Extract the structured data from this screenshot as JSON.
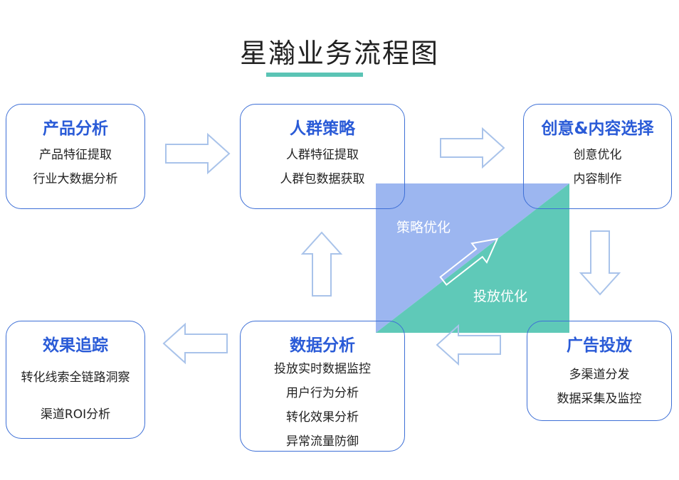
{
  "title": "星瀚业务流程图",
  "colors": {
    "accent": "#2a5bd7",
    "border": "#3d6fd6",
    "blue_fill": "#9cb6f0",
    "teal_fill": "#5fc9b8",
    "title_underline": "#5bc4b5",
    "arrow_stroke": "#a9c3ea"
  },
  "boxes": {
    "product": {
      "head": "产品分析",
      "lines": [
        "产品特征提取",
        "行业大数据分析"
      ]
    },
    "crowd": {
      "head": "人群策略",
      "lines": [
        "人群特征提取",
        "人群包数据获取"
      ]
    },
    "creative": {
      "head": "创意&内容选择",
      "lines": [
        "创意优化",
        "内容制作"
      ]
    },
    "ads": {
      "head": "广告投放",
      "lines": [
        "多渠道分发",
        "数据采集及监控"
      ]
    },
    "data": {
      "head": "数据分析",
      "lines": [
        "投放实时数据监控",
        "用户行为分析",
        "转化效果分析",
        "异常流量防御"
      ]
    },
    "effect": {
      "head": "效果追踪",
      "lines": [
        "转化线索全链路洞察",
        "渠道ROI分析"
      ]
    }
  },
  "center": {
    "top_label": "策略优化",
    "bottom_label": "投放优化"
  }
}
